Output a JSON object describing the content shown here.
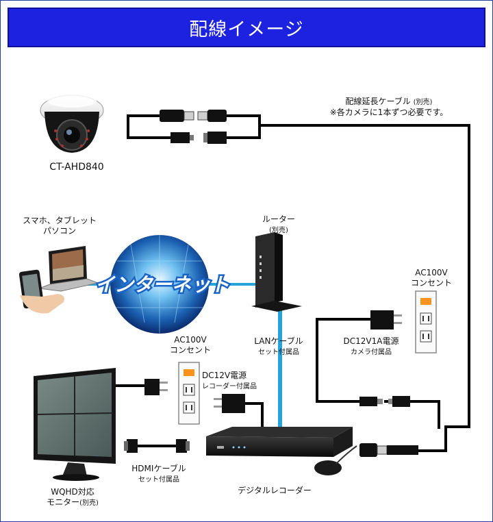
{
  "title": "配線イメージ",
  "devices": {
    "camera": "CT-AHD840",
    "smartphone_pc": [
      "スマホ、タブレット",
      "パソコン"
    ],
    "internet": "インターネット",
    "router": "ルーター",
    "router_note": "(別売)",
    "monitor": [
      "WQHD対応",
      "モニター"
    ],
    "monitor_note": "(別売)",
    "recorder": "デジタルレコーダー"
  },
  "cables": {
    "extension_title": "配線延長ケーブル",
    "extension_note": "(別売)",
    "extension_sub": "※各カメラに1本ずつ必要です。",
    "lan_title": "LANケーブル",
    "lan_sub": "セット付属品",
    "hdmi_title": "HDMIケーブル",
    "hdmi_sub": "セット付属品"
  },
  "power": {
    "outlet_right": [
      "AC100V",
      "コンセント"
    ],
    "outlet_left": [
      "AC100V",
      "コンセント"
    ],
    "camera_psu": "DC12V1A電源",
    "camera_psu_sub": "カメラ付属品",
    "recorder_psu": "DC12V電源",
    "recorder_psu_sub": "レコーダー付属品"
  },
  "colors": {
    "title_bg": "#1c22e0",
    "wire": "#000000",
    "lan": "#27a3d8",
    "globe": "#1a6fc8",
    "outlet_orange": "#f7931e"
  }
}
